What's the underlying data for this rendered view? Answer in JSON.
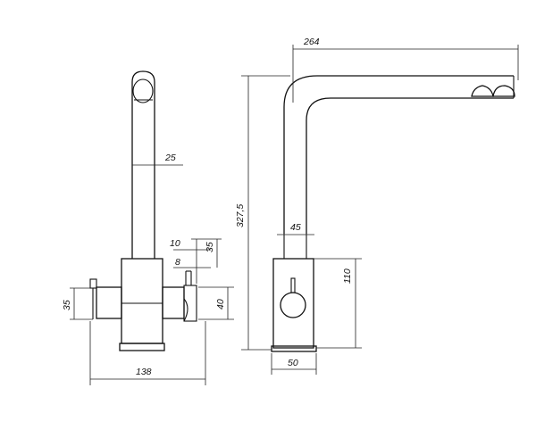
{
  "dimensions": {
    "side_view": {
      "spout_reach": "264",
      "total_height": "327,5",
      "body_diameter": "45",
      "body_height": "110",
      "base_diameter": "50"
    },
    "front_view": {
      "spout_diameter": "25",
      "handle_offset_10": "10",
      "handle_height_35": "35",
      "handle_thickness_8": "8",
      "handle_drop_40": "40",
      "left_lever_35": "35",
      "overall_width": "138"
    }
  }
}
